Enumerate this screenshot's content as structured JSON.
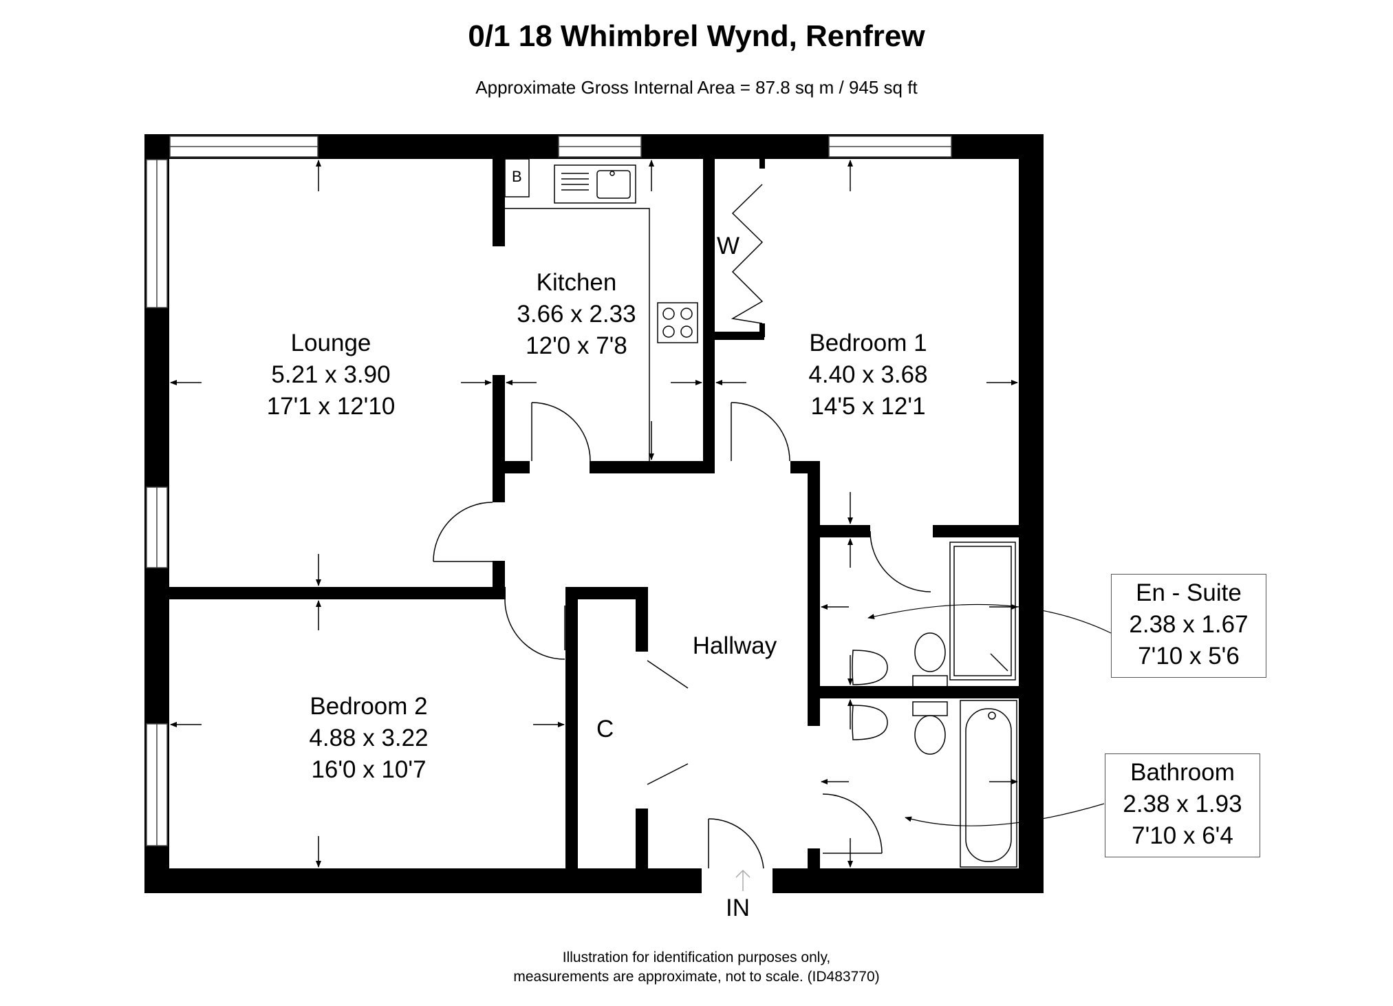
{
  "header": {
    "title": "0/1 18 Whimbrel Wynd, Renfrew",
    "subtitle": "Approximate Gross Internal Area = 87.8 sq m / 945 sq ft"
  },
  "rooms": {
    "lounge": {
      "name": "Lounge",
      "metric": "5.21 x 3.90",
      "imperial": "17'1 x 12'10"
    },
    "kitchen": {
      "name": "Kitchen",
      "metric": "3.66 x 2.33",
      "imperial": "12'0 x 7'8"
    },
    "bedroom1": {
      "name": "Bedroom 1",
      "metric": "4.40 x 3.68",
      "imperial": "14'5 x 12'1"
    },
    "bedroom2": {
      "name": "Bedroom 2",
      "metric": "4.88 x 3.22",
      "imperial": "16'0 x 10'7"
    },
    "hallway": {
      "name": "Hallway"
    },
    "ensuite": {
      "name": "En - Suite",
      "metric": "2.38 x 1.67",
      "imperial": "7'10 x 5'6"
    },
    "bathroom": {
      "name": "Bathroom",
      "metric": "2.38 x 1.93",
      "imperial": "7'10 x 6'4"
    }
  },
  "tags": {
    "boiler": "B",
    "wardrobe": "W",
    "cupboard": "C",
    "entrance": "IN"
  },
  "footer": {
    "line1": "Illustration for identification purposes only,",
    "line2": "measurements are approximate, not to scale. (ID483770)"
  }
}
